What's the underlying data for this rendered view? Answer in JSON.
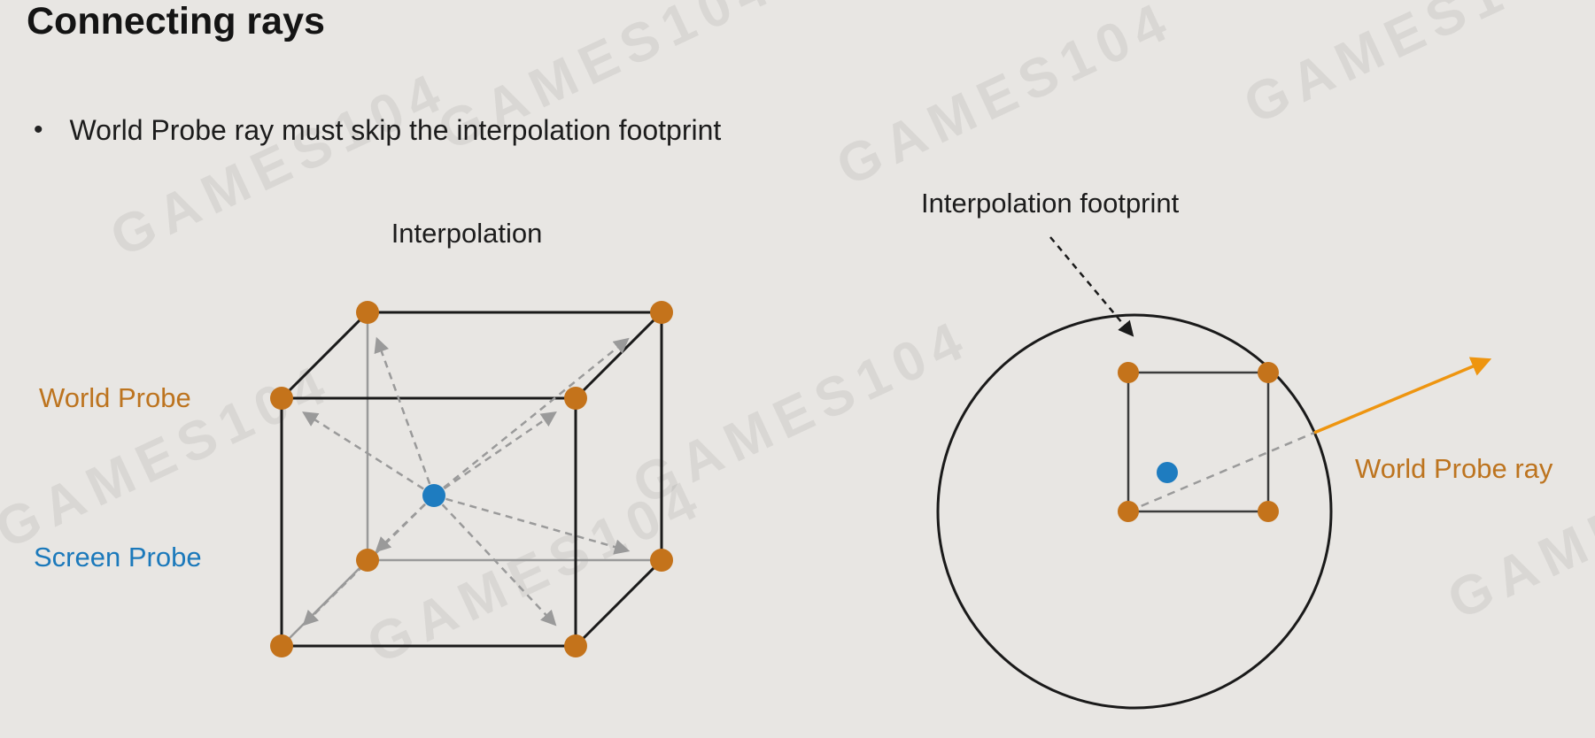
{
  "slide": {
    "title": "Connecting rays",
    "bullet": "World Probe ray must skip the interpolation footprint"
  },
  "left_diagram": {
    "title": "Interpolation",
    "world_probe": "World Probe",
    "screen_probe": "Screen Probe"
  },
  "right_diagram": {
    "footprint_label": "Interpolation footprint",
    "ray_label": "World Probe ray"
  },
  "watermark": {
    "text": "GAMES104"
  },
  "palette": {
    "background": "#e8e6e3",
    "heading_text": "#141414",
    "body_text": "#1c1c1c",
    "world_probe_orange": "#c4731b",
    "world_probe_label_orange": "#bd741f",
    "screen_probe_blue": "#1e7cc0",
    "screen_probe_label_blue": "#1b79bb",
    "ray_orange": "#ee9510",
    "dashed_gray": "#9a9a9a",
    "outline_black": "#1a1a1a"
  }
}
